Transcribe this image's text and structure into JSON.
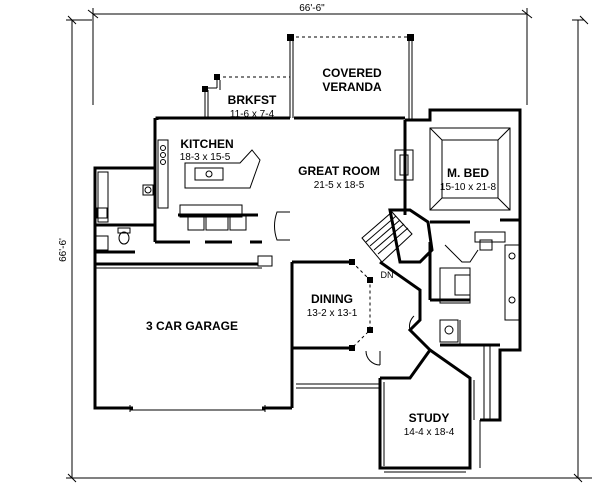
{
  "dimensions": {
    "width_label": "66'-6\"",
    "depth_label": "66'-6'"
  },
  "rooms": {
    "veranda": {
      "name_line1": "COVERED",
      "name_line2": "VERANDA"
    },
    "breakfast": {
      "name": "BRKFST",
      "size": "11-6 x 7-4"
    },
    "kitchen": {
      "name": "KITCHEN",
      "size": "18-3 x 15-5"
    },
    "great_room": {
      "name": "GREAT ROOM",
      "size": "21-5 x 18-5"
    },
    "master_bed": {
      "name": "M. BED",
      "size": "15-10 x 21-8"
    },
    "dining": {
      "name": "DINING",
      "size": "13-2 x 13-1"
    },
    "garage": {
      "name": "3 CAR GARAGE"
    },
    "study": {
      "name": "STUDY",
      "size": "14-4 x 18-4"
    }
  },
  "annotations": {
    "stair_down": "DN"
  }
}
